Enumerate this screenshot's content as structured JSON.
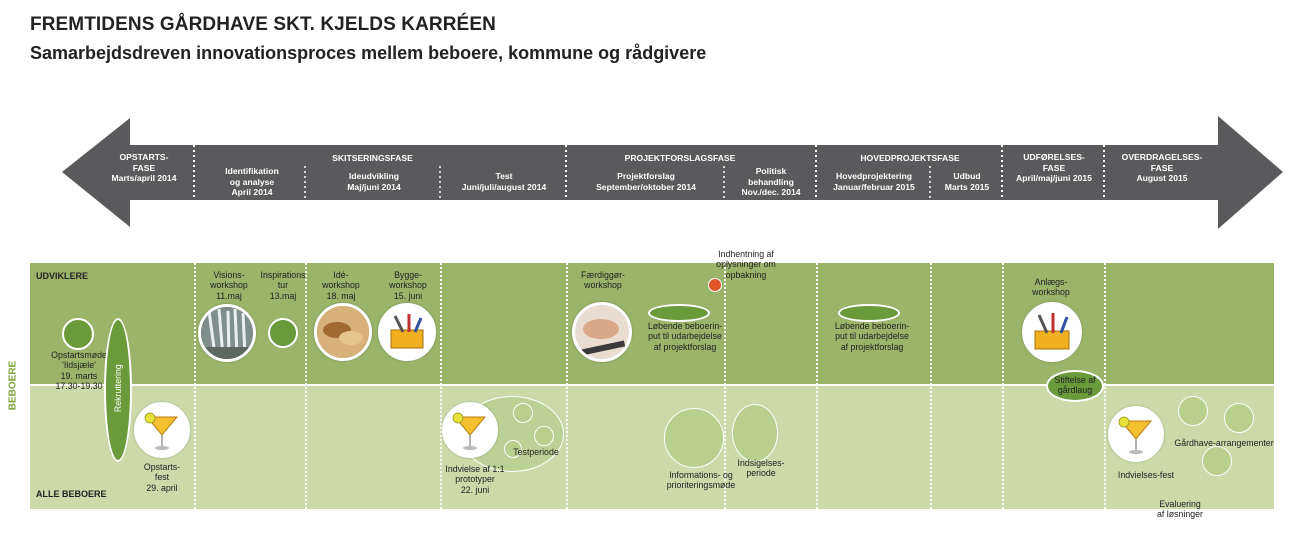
{
  "header": {
    "title": "FREMTIDENS GÅRDHAVE SKT. KJELDS KARRÉEN",
    "subtitle": "Samarbejdsdreven innovationsproces mellem beboere, kommune og rådgivere"
  },
  "phases": {
    "opstart": "OPSTARTS-\nFASE\nMarts/april 2014",
    "skitsering": "SKITSERINGSFASE",
    "identifikation": "Identifikation\nog analyse\nApril 2014",
    "ideudvikling": "Ideudvikling\nMaj/juni 2014",
    "test": "Test\nJuni/juli/august 2014",
    "projektforslagsfase": "PROJEKTFORSLAGSFASE",
    "projektforslag": "Projektforslag\nSeptember/oktober 2014",
    "politisk": "Politisk\nbehandling\nNov./dec. 2014",
    "hovedprojektsfase": "HOVEDPROJEKTSFASE",
    "hovedprojektering": "Hovedprojektering\nJanuar/februar 2015",
    "udbud": "Udbud\nMarts 2015",
    "udforelse": "UDFØRELSES-\nFASE\nApril/maj/juni 2015",
    "overdragelse": "OVERDRAGELSES-\nFASE\nAugust 2015"
  },
  "rows": {
    "udviklere": "UDVIKLERE",
    "alle_beboere": "ALLE BEBOERE",
    "beboere": "BEBOERE"
  },
  "events": {
    "opstartsmode": "Opstartsmøde\n'Ildsjæle'\n19. marts\n17.30-19.30",
    "rekruttering": "Rekruttering",
    "opstartsfest": "Opstarts-\nfest\n29. april",
    "visionsworkshop": "Visions-\nworkshop\n11.maj",
    "inspirationstur": "Inspirations\ntur\n13.maj",
    "ideworkshop": "Idé-\nworkshop\n18. maj",
    "byggeworkshop": "Bygge-\nworkshop\n15. juni",
    "indvielse_prototyper": "Indvielse af 1:1\nprototyper\n22. juni",
    "testperiode": "Testperiode",
    "faerdiggorworkshop": "Færdiggør-\nworkshop",
    "lobende1": "Løbende beboerin-\nput til udarbejdelse\naf projektforslag",
    "indhentning": "Indhentning af\noplysninger om\nopbakning",
    "informationsmode": "Informations- og\nprioriteringsmøde",
    "indsigelsesperiode": "Indsigelses-\nperiode",
    "lobende2": "Løbende beboerin-\nput til udarbejdelse\naf projektforslag",
    "anlaegsworkshop": "Anlægs-\nworkshop",
    "stiftelse": "Stiftelse af\ngårdlaug",
    "indvielsesfest": "Indvielses-fest",
    "gardhave_arrangementer": "Gårdhave-arrangementer",
    "evaluering": "Evaluering\naf løsninger"
  },
  "colors": {
    "arrow": "#5a5a5c",
    "band_top": "#9ab46a",
    "band_bottom": "#cbdaa8",
    "circle_dark": "#6a9a3a",
    "circle_light": "#b9cf8e",
    "accent_red": "#e0542a",
    "beboere_label": "#7aa23a"
  }
}
